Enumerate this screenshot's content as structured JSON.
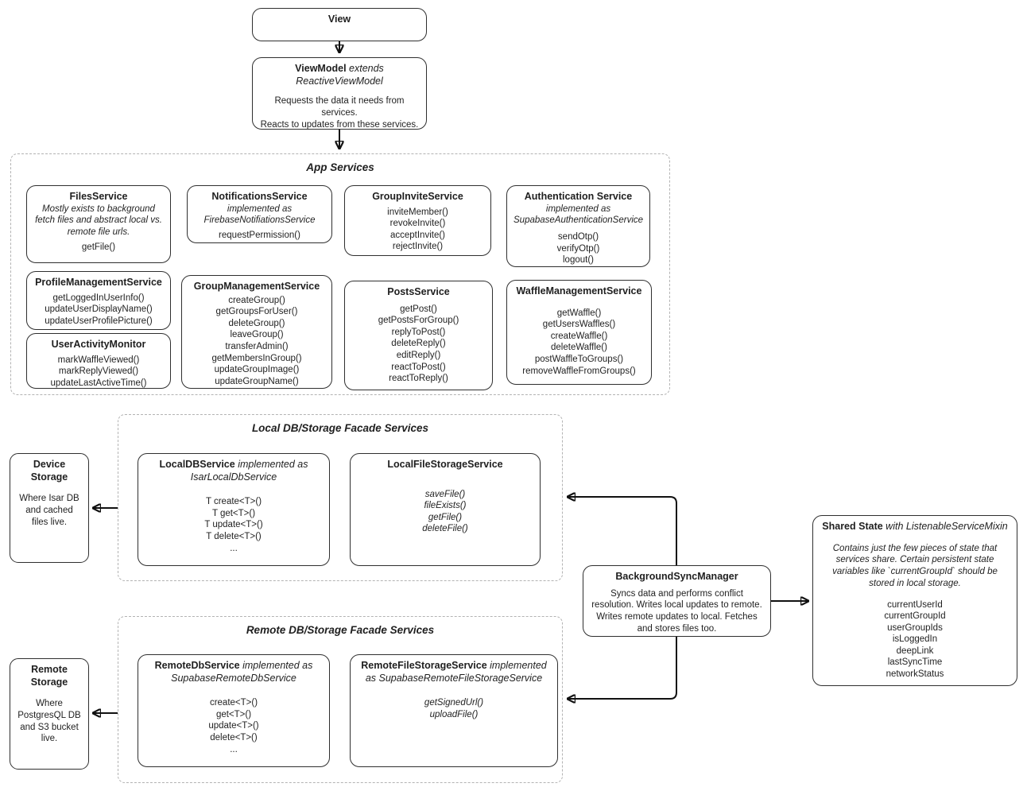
{
  "colors": {
    "border": "#2f2f2f",
    "container_border": "#b3b3b3",
    "text": "#1f1f1f",
    "arrow": "#111111",
    "background": "#ffffff"
  },
  "nodes": {
    "view": {
      "title": "View"
    },
    "viewmodel": {
      "title": "ViewModel",
      "subtitle": "extends ReactiveViewModel",
      "body": "Requests the data it needs from services.\nReacts to updates from these services."
    },
    "app_services": {
      "title": "App Services",
      "files_service": {
        "title": "FilesService",
        "description": "Mostly exists to background fetch files and abstract local vs. remote file urls.",
        "methods": [
          "getFile()"
        ]
      },
      "notifications_service": {
        "title": "NotificationsService",
        "subtitle": "implemented as FirebaseNotifiationsService",
        "methods": [
          "requestPermission()"
        ]
      },
      "group_invite_service": {
        "title": "GroupInviteService",
        "methods": [
          "inviteMember()",
          "revokeInvite()",
          "acceptInvite()",
          "rejectInvite()"
        ]
      },
      "authentication_service": {
        "title": "Authentication Service",
        "subtitle": "implemented as SupabaseAuthenticationService",
        "methods": [
          "sendOtp()",
          "verifyOtp()",
          "logout()"
        ]
      },
      "profile_management_service": {
        "title": "ProfileManagementService",
        "methods": [
          "getLoggedInUserInfo()",
          "updateUserDisplayName()",
          "updateUserProfilePicture()"
        ]
      },
      "group_management_service": {
        "title": "GroupManagementService",
        "methods": [
          "createGroup()",
          "getGroupsForUser()",
          "deleteGroup()",
          "leaveGroup()",
          "transferAdmin()",
          "getMembersInGroup()",
          "updateGroupImage()",
          "updateGroupName()"
        ]
      },
      "posts_service": {
        "title": "PostsService",
        "methods": [
          "getPost()",
          "getPostsForGroup()",
          "replyToPost()",
          "deleteReply()",
          "editReply()",
          "reactToPost()",
          "reactToReply()"
        ]
      },
      "waffle_management_service": {
        "title": "WaffleManagementService",
        "methods": [
          "getWaffle()",
          "getUsersWaffles()",
          "createWaffle()",
          "deleteWaffle()",
          "postWaffleToGroups()",
          "removeWaffleFromGroups()"
        ]
      },
      "user_activity_monitor": {
        "title": "UserActivityMonitor",
        "methods": [
          "markWaffleViewed()",
          "markReplyViewed()",
          "updateLastActiveTime()"
        ]
      }
    },
    "local_facade": {
      "title": "Local DB/Storage Facade Services",
      "local_db_service": {
        "title": "LocalDBService",
        "subtitle": "implemented as IsarLocalDbService",
        "methods": [
          "T create<T>()",
          "T get<T>()",
          "T update<T>()",
          "T delete<T>()",
          "..."
        ]
      },
      "local_file_storage_service": {
        "title": "LocalFileStorageService",
        "methods": [
          "saveFile()",
          "fileExists()",
          "getFile()",
          "deleteFile()"
        ]
      }
    },
    "remote_facade": {
      "title": "Remote DB/Storage Facade Services",
      "remote_db_service": {
        "title": "RemoteDbService",
        "subtitle": "implemented as SupabaseRemoteDbService",
        "methods": [
          "create<T>()",
          "get<T>()",
          "update<T>()",
          "delete<T>()",
          "..."
        ]
      },
      "remote_file_storage_service": {
        "title": "RemoteFileStorageService",
        "subtitle": "implemented as SupabaseRemoteFileStorageService",
        "methods": [
          "getSignedUrl()",
          "uploadFile()"
        ]
      }
    },
    "device_storage": {
      "title": "Device Storage",
      "body": "Where Isar DB and cached files live."
    },
    "remote_storage": {
      "title": "Remote Storage",
      "body": "Where PostgresQL DB and S3 bucket live."
    },
    "background_sync_manager": {
      "title": "BackgroundSyncManager",
      "body": "Syncs data and performs conflict resolution. Writes local updates to remote. Writes remote updates to local. Fetches and stores files too."
    },
    "shared_state": {
      "title": "Shared State",
      "subtitle": "with ListenableServiceMixin",
      "body": "Contains just the few pieces of state that services share. Certain persistent state variables like `currentGroupId` should be stored in local storage.",
      "fields": [
        "currentUserId",
        "currentGroupId",
        "userGroupIds",
        "isLoggedIn",
        "deepLink",
        "lastSyncTime",
        "networkStatus"
      ]
    }
  }
}
